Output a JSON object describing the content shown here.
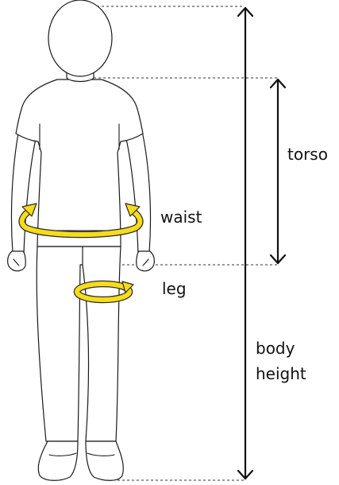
{
  "labels": {
    "torso": "torso",
    "waist": "waist",
    "leg": "leg",
    "body_height_line1": "body",
    "body_height_line2": "height"
  },
  "colors": {
    "measure_ring": "#f7dc1a",
    "outline": "#1a1a1a",
    "background": "#ffffff"
  },
  "icons": [
    "human-figure-outline",
    "waist-measure-ring-icon",
    "leg-measure-ring-icon",
    "double-arrow-icon"
  ]
}
